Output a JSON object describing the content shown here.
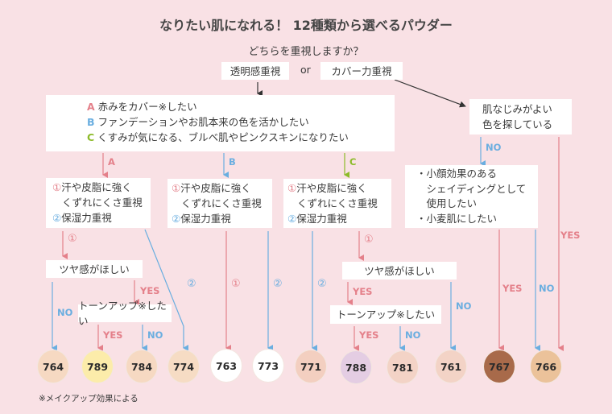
{
  "title": "なりたい肌になれる！ 12種類から選べるパウダー",
  "question": "どちらを重視しますか？",
  "choice_left": "透明感重視",
  "choice_or": "or",
  "choice_right": "カバー力重視",
  "abc": [
    {
      "letter": "A",
      "text": "赤みをカバー※したい"
    },
    {
      "letter": "B",
      "text": "ファンデーションやお肌本来の色を活かしたい"
    },
    {
      "letter": "C",
      "text": "くすみが気になる、ブルベ肌やピンクスキンになりたい"
    }
  ],
  "cover_question": [
    "肌なじみがよい",
    "色を探している"
  ],
  "cover_no_box": [
    "・小顔効果のある",
    "　シェイディングとして",
    "　使用したい",
    "・小麦肌にしたい"
  ],
  "sub_box": {
    "opt1_mark": "①",
    "opt1_line1": "汗や皮脂に強く",
    "opt1_line2": "くずれにくさ重視",
    "opt2_mark": "②",
    "opt2": "保湿力重視"
  },
  "tsuya": "ツヤ感がほしい",
  "toneup": "トーンアップ※したい",
  "yes": "YES",
  "no": "NO",
  "mark1": "①",
  "mark2": "②",
  "colors": {
    "background": "#f9e1e5",
    "pink": "#e4808a",
    "blue": "#6aaee0",
    "green": "#8dbb2a"
  },
  "products": [
    {
      "code": "764",
      "color": "#f6d9c2"
    },
    {
      "code": "789",
      "color": "#fcecaa"
    },
    {
      "code": "784",
      "color": "#f6d9c2"
    },
    {
      "code": "774",
      "color": "#f6dcc4"
    },
    {
      "code": "763",
      "color": "#ffffff"
    },
    {
      "code": "773",
      "color": "#ffffff"
    },
    {
      "code": "771",
      "color": "#f3cfc0"
    },
    {
      "code": "788",
      "color": "#e4cde3"
    },
    {
      "code": "781",
      "color": "#f3d3c6"
    },
    {
      "code": "761",
      "color": "#f3d3c6"
    },
    {
      "code": "767",
      "color": "#a86a4a"
    },
    {
      "code": "766",
      "color": "#ebc29a"
    }
  ],
  "footnote": "※メイクアップ効果による"
}
